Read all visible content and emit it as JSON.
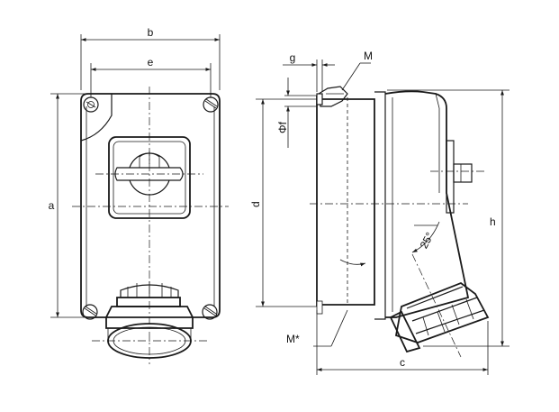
{
  "diagram": {
    "labels": {
      "b": "b",
      "e": "e",
      "a": "a",
      "g": "g",
      "M_top": "M",
      "phi_f": "Φf",
      "d": "d",
      "h": "h",
      "angle": "25°",
      "M_star": "M*",
      "c": "c"
    },
    "line_color": "#1a1a1a",
    "background": "#ffffff"
  }
}
